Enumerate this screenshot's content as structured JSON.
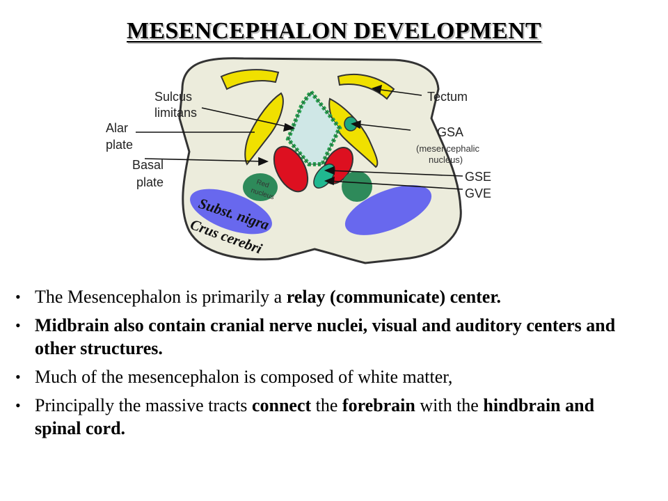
{
  "title": "MESENCEPHALON DEVELOPMENT",
  "diagram": {
    "labels": {
      "sulcus_limitans_1": "Sulcus",
      "sulcus_limitans_2": "limitans",
      "alar_1": "Alar",
      "alar_2": "plate",
      "basal_1": "Basal",
      "basal_2": "plate",
      "tectum": "Tectum",
      "gsa": "GSA",
      "gsa_sub_1": "(mesencephalic",
      "gsa_sub_2": "nucleus)",
      "gse": "GSE",
      "gve": "GVE",
      "red_1": "Red",
      "red_2": "nucleus",
      "subst_nigra": "Subst. nigra",
      "crus_cerebri": "Crus cerebri"
    },
    "colors": {
      "body": "#ececdc",
      "alar": "#f0e000",
      "basal": "#dd1020",
      "canal": "#cfe7e6",
      "canal_border": "#28a050",
      "nucleus_gsa": "#20a880",
      "nucleus_dark": "#2e8a5a",
      "subst_nigra": "#6868ee"
    }
  },
  "bullets": [
    {
      "parts": [
        {
          "text": "The Mesencephalon is primarily a ",
          "bold": false
        },
        {
          "text": "relay (communicate) center.",
          "bold": true
        }
      ]
    },
    {
      "parts": [
        {
          "text": "Midbrain also contain cranial nerve nuclei, visual and auditory centers and other structures.",
          "bold": true
        }
      ]
    },
    {
      "parts": [
        {
          "text": "Much of the mesencephalon is composed of white matter,",
          "bold": false
        }
      ]
    },
    {
      "parts": [
        {
          "text": "Principally the massive tracts ",
          "bold": false
        },
        {
          "text": "connect",
          "bold": true
        },
        {
          "text": " the ",
          "bold": false
        },
        {
          "text": "forebrain",
          "bold": true
        },
        {
          "text": " with the ",
          "bold": false
        },
        {
          "text": "hindbrain and spinal cord.",
          "bold": true
        }
      ]
    }
  ]
}
